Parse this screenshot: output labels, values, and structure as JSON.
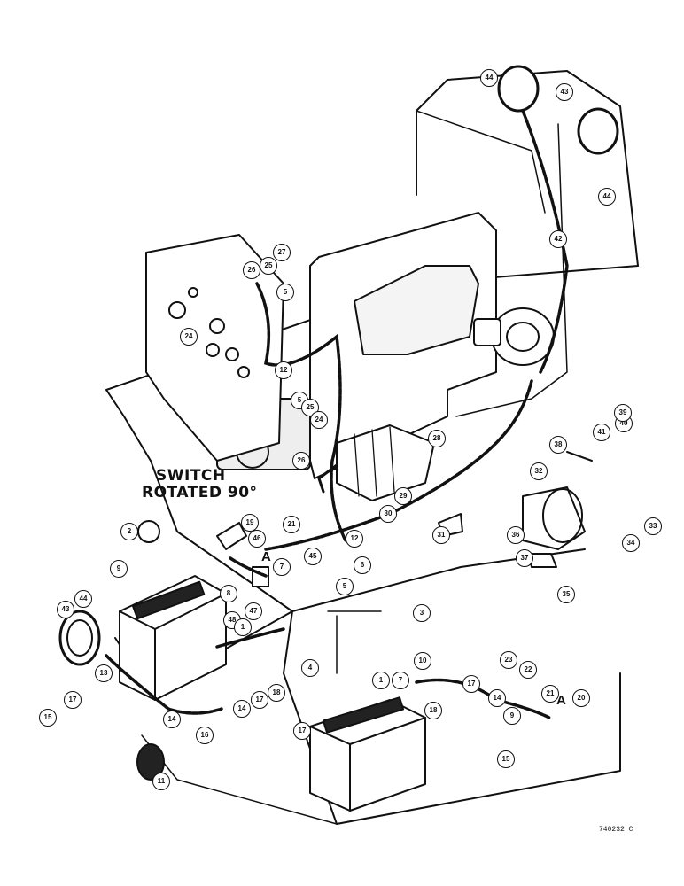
{
  "caption": {
    "line1": "SWITCH",
    "line2": "ROTATED 90°"
  },
  "ref_mark": "A",
  "figure_number": "740232 C",
  "colors": {
    "ink": "#111111",
    "paper": "#ffffff",
    "shade": "#555555"
  },
  "callouts": [
    "44",
    "43",
    "44",
    "42",
    "27",
    "26",
    "25",
    "5",
    "24",
    "12",
    "5",
    "25",
    "24",
    "26",
    "28",
    "29",
    "30",
    "21",
    "12",
    "31",
    "38",
    "41",
    "40",
    "39",
    "32",
    "33",
    "34",
    "35",
    "36",
    "37",
    "2",
    "19",
    "46",
    "7",
    "45",
    "6",
    "5",
    "9",
    "44",
    "43",
    "8",
    "48",
    "47",
    "1",
    "3",
    "4",
    "13",
    "14",
    "11",
    "15",
    "17",
    "16",
    "14",
    "17",
    "18",
    "10",
    "1",
    "7",
    "18",
    "17",
    "14",
    "9",
    "23",
    "22",
    "21",
    "20",
    "17",
    "15"
  ]
}
